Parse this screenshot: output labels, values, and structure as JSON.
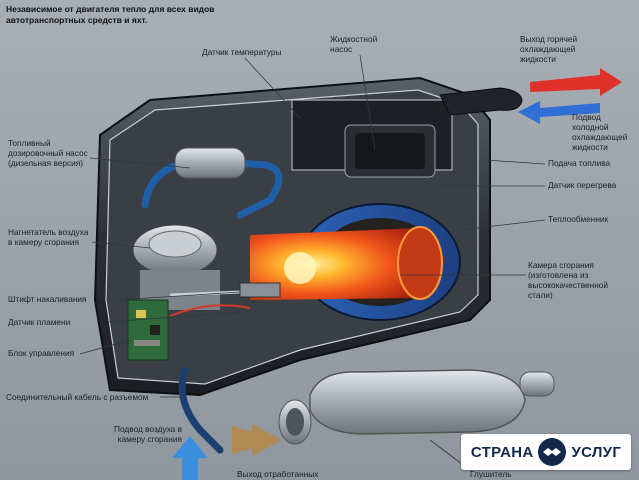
{
  "title": "Независимое от двигателя тепло для всех видов автотранспортных средств и яхт.",
  "labels": {
    "temp_sensor": "Датчик температуры",
    "liquid_pump": "Жидкостной насос",
    "hot_out": "Выход горячей охлаждающей жидкости",
    "cold_in": "Подвод холодной охлаждающей жидкости",
    "fuel_pump": "Топливный дозировочный насос (дизельная версия)",
    "fuel_supply": "Подача топлива",
    "overheat": "Датчик перегрева",
    "exchanger": "Теплообменник",
    "blower": "Нагнетатель воздуха в камеру сгорания",
    "chamber": "Камера сгорания (изготовлена из высококачественной стали)",
    "glow_pin": "Штифт накаливания",
    "flame_sensor": "Датчик пламени",
    "control_unit": "Блок управления",
    "cable": "Соединительный кабель с разъемом",
    "air_in": "Подвод воздуха в камеру сгорания",
    "exhaust": "Выход отработанных",
    "muffler": "Глушитель"
  },
  "watermark": {
    "left": "СТРАНА",
    "right": "УСЛУГ"
  },
  "colors": {
    "hot_arrow": "#e0302a",
    "cold_arrow": "#2f6fd6",
    "air_arrow": "#3b8fe0",
    "exhaust_arrow": "#b08a55",
    "flame": "#ff6a1a"
  }
}
